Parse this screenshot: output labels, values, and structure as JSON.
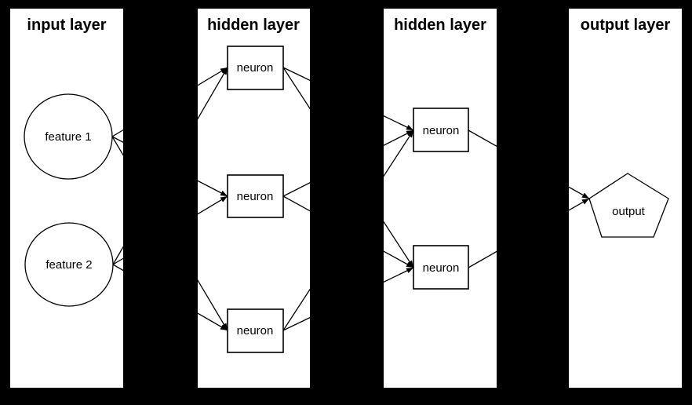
{
  "diagram": {
    "type": "neural-network-diagram",
    "colors": {
      "background": "#000000",
      "panel": "#ffffff",
      "stroke": "#000000",
      "text": "#000000"
    },
    "layers": [
      {
        "title": "input layer",
        "nodes": [
          {
            "label": "feature 1",
            "shape": "ellipse"
          },
          {
            "label": "feature 2",
            "shape": "ellipse"
          }
        ]
      },
      {
        "title": "hidden layer",
        "nodes": [
          {
            "label": "neuron",
            "shape": "rect"
          },
          {
            "label": "neuron",
            "shape": "rect"
          },
          {
            "label": "neuron",
            "shape": "rect"
          }
        ]
      },
      {
        "title": "hidden layer",
        "nodes": [
          {
            "label": "neuron",
            "shape": "rect"
          },
          {
            "label": "neuron",
            "shape": "rect"
          }
        ]
      },
      {
        "title": "output layer",
        "nodes": [
          {
            "label": "output",
            "shape": "pentagon"
          }
        ]
      }
    ],
    "edges": [
      {
        "from": "input.feature 1",
        "to": "hidden1.neuron.0"
      },
      {
        "from": "input.feature 1",
        "to": "hidden1.neuron.1"
      },
      {
        "from": "input.feature 1",
        "to": "hidden1.neuron.2"
      },
      {
        "from": "input.feature 2",
        "to": "hidden1.neuron.0"
      },
      {
        "from": "input.feature 2",
        "to": "hidden1.neuron.1"
      },
      {
        "from": "input.feature 2",
        "to": "hidden1.neuron.2"
      },
      {
        "from": "hidden1.neuron.0",
        "to": "hidden2.neuron.0"
      },
      {
        "from": "hidden1.neuron.0",
        "to": "hidden2.neuron.1"
      },
      {
        "from": "hidden1.neuron.1",
        "to": "hidden2.neuron.0"
      },
      {
        "from": "hidden1.neuron.1",
        "to": "hidden2.neuron.1"
      },
      {
        "from": "hidden1.neuron.2",
        "to": "hidden2.neuron.0"
      },
      {
        "from": "hidden1.neuron.2",
        "to": "hidden2.neuron.1"
      },
      {
        "from": "hidden2.neuron.0",
        "to": "output.output"
      },
      {
        "from": "hidden2.neuron.1",
        "to": "output.output"
      }
    ]
  }
}
